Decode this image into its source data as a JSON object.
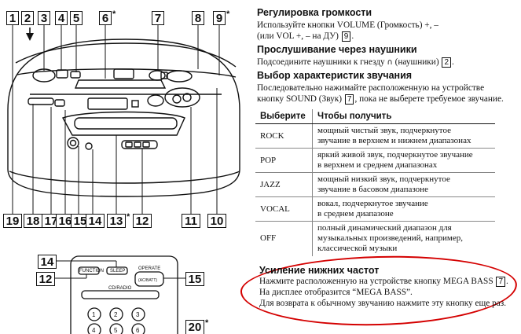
{
  "callouts_top": [
    "1",
    "2",
    "3",
    "4",
    "5",
    "6",
    "7",
    "8",
    "9"
  ],
  "callouts_bottom": [
    "19",
    "18",
    "17",
    "16",
    "15",
    "14",
    "13",
    "12",
    "11",
    "10"
  ],
  "callouts_remote": [
    "14",
    "12",
    "15",
    "20"
  ],
  "stars": {
    "c6": "*",
    "c9": "*",
    "c13": "*",
    "c20": "*"
  },
  "remote": {
    "function": "FUNCTION",
    "sleep": "SLEEP",
    "operate": "OPERATE",
    "cdradio": "CD/RADIO",
    "acbatt": "(AC/BATT)",
    "keys": [
      "1",
      "2",
      "3",
      "4",
      "5",
      "6"
    ]
  },
  "volume": {
    "heading": "Регулировка громкости",
    "line1_pre": "Используйте кнопки VOLUME (Громкость) +, –",
    "line2_pre": "(или VOL +, – на ДУ)",
    "line2_ref": "9",
    "line2_post": "."
  },
  "headphones": {
    "heading": "Прослушивание через наушники",
    "line_pre": "Подсоедините наушники к гнезду",
    "line_post": "(наушники)",
    "ref": "2",
    "end": "."
  },
  "sound": {
    "heading": "Выбор характеристик звучания",
    "line1": "Последовательно нажимайте расположенную на устройстве",
    "line2_pre": "кнопку SOUND (Звук)",
    "line2_ref": "7",
    "line2_post": ", пока не выберете требуемое звучание.",
    "table_header": [
      "Выберите",
      "Чтобы получить"
    ],
    "rows": [
      {
        "name": "ROCK",
        "desc": [
          "мощный чистый звук, подчеркнутое",
          "звучание в верхнем и нижнем диапазонах"
        ]
      },
      {
        "name": "POP",
        "desc": [
          "яркий живой звук, подчеркнутое звучание",
          "в верхнем и среднем диапазонах"
        ]
      },
      {
        "name": "JAZZ",
        "desc": [
          "мощный низкий звук, подчеркнутое",
          "звучание в басовом диапазоне"
        ]
      },
      {
        "name": "VOCAL",
        "desc": [
          "вокал, подчеркнутое звучание",
          "в среднем диапазоне"
        ]
      },
      {
        "name": "OFF",
        "desc": [
          "полный динамический диапазон для",
          "музыкальных произведений, например,",
          "классической музыки"
        ]
      }
    ]
  },
  "bass": {
    "heading": "Усиление нижних частот",
    "line1_pre": "Нажмите расположенную на устройстве кнопку MEGA BASS",
    "line1_ref": "7",
    "line1_post": ".",
    "line2": "На дисплее отобразится “MEGA BASS”.",
    "line3": "Для возврата к обычному звучанию нажмите эту кнопку еще раз."
  },
  "accent": {
    "circle": "#d40000"
  }
}
